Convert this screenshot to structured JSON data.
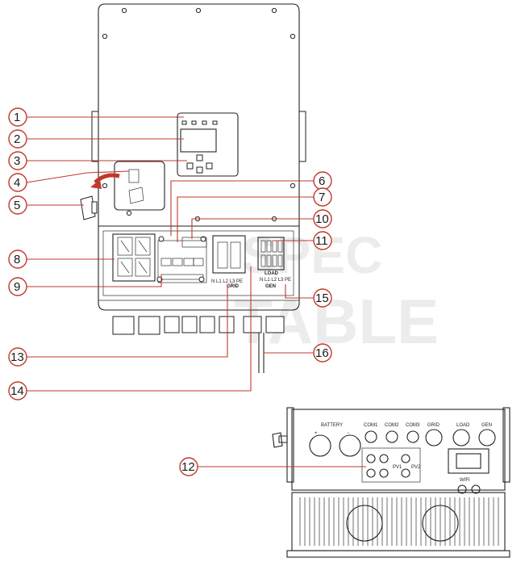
{
  "watermark": {
    "line1": "SPEC",
    "line2": "TABLE"
  },
  "callouts": [
    "1",
    "2",
    "3",
    "4",
    "5",
    "6",
    "7",
    "8",
    "9",
    "10",
    "11",
    "12",
    "13",
    "14",
    "15",
    "16"
  ],
  "terminal_labels": {
    "grid": "GRID",
    "load": "LOAD",
    "gen": "GEN",
    "battery": "BATTERY",
    "plus": "+",
    "minus": "−",
    "com1": "COM1",
    "com2": "COM2",
    "com3": "COM3",
    "grid_port": "GRID",
    "load_port": "LOAD",
    "gen_port": "GEN",
    "pv1": "PV1",
    "pv2": "PV2",
    "wifi": "WIFI"
  },
  "colors": {
    "callout_line": "#c0392b",
    "drawing_line": "#222222",
    "watermark": "#ececec"
  }
}
